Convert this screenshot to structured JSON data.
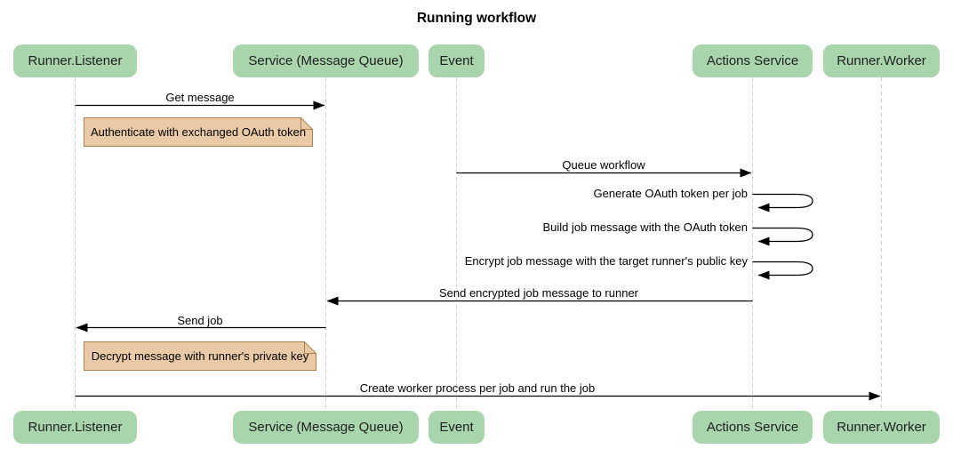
{
  "title": "Running workflow",
  "participants": [
    {
      "name": "Runner.Listener"
    },
    {
      "name": "Service (Message Queue)"
    },
    {
      "name": "Event"
    },
    {
      "name": "Actions Service"
    },
    {
      "name": "Runner.Worker"
    }
  ],
  "messages": [
    {
      "type": "message",
      "label": "Get message",
      "from": "Runner.Listener",
      "to": "Service (Message Queue)",
      "direction": "right"
    },
    {
      "type": "note",
      "label": "Authenticate with exchanged OAuth token",
      "over": "Runner.Listener"
    },
    {
      "type": "message",
      "label": "Queue workflow",
      "from": "Event",
      "to": "Actions Service",
      "direction": "right"
    },
    {
      "type": "self",
      "label": "Generate OAuth token per job",
      "actor": "Actions Service"
    },
    {
      "type": "self",
      "label": "Build job message with the OAuth token",
      "actor": "Actions Service"
    },
    {
      "type": "self",
      "label": "Encrypt job message with the target runner's public key",
      "actor": "Actions Service"
    },
    {
      "type": "message",
      "label": "Send encrypted job message to runner",
      "from": "Actions Service",
      "to": "Service (Message Queue)",
      "direction": "left"
    },
    {
      "type": "message",
      "label": "Send job",
      "from": "Service (Message Queue)",
      "to": "Runner.Listener",
      "direction": "left"
    },
    {
      "type": "note",
      "label": "Decrypt message with runner's private key",
      "over": "Runner.Listener"
    },
    {
      "type": "message",
      "label": "Create worker process per job and run the job",
      "from": "Runner.Listener",
      "to": "Runner.Worker",
      "direction": "right"
    }
  ],
  "colors": {
    "participant_fill": "#a8d5ab",
    "note_fill": "#e9c9a6",
    "note_border": "#a8824f",
    "lifeline": "#c8c8c8",
    "arrow": "#000000"
  }
}
